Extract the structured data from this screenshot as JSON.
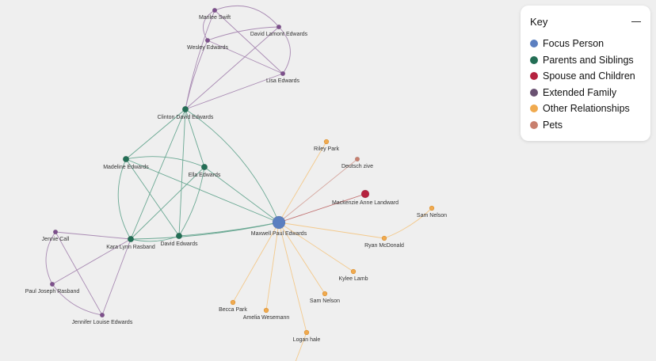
{
  "key": {
    "title": "Key",
    "minimize_icon": "minus-icon",
    "items": [
      {
        "label": "Focus Person",
        "color": "#5b7fc0"
      },
      {
        "label": "Parents and Siblings",
        "color": "#236e55"
      },
      {
        "label": "Spouse and Children",
        "color": "#b5223f"
      },
      {
        "label": "Extended Family",
        "color": "#6a5272"
      },
      {
        "label": "Other Relationships",
        "color": "#f0aa4f"
      },
      {
        "label": "Pets",
        "color": "#c87f6e"
      }
    ]
  },
  "graph": {
    "group_colors": {
      "focus": "#5b7fc0",
      "family": "#236e55",
      "spouse": "#b5223f",
      "extended": "#7d4f8c",
      "other": "#f0aa4f",
      "pets": "#c87f6e"
    },
    "link_colors": {
      "family": "#6aa893",
      "spouse": "#c07070",
      "extended": "#a98bb3",
      "other": "#f3c98c",
      "pets": "#d6a8a0"
    },
    "nodes": [
      {
        "id": "maxwell",
        "name": "Maxwell Paul Edwards",
        "group": "focus"
      },
      {
        "id": "clinton",
        "name": "Clinton David Edwards",
        "group": "family"
      },
      {
        "id": "madeline",
        "name": "Madeline Edwards",
        "group": "family"
      },
      {
        "id": "ella",
        "name": "Ella Edwards",
        "group": "family"
      },
      {
        "id": "kara",
        "name": "Kara Lynn Rasband",
        "group": "family"
      },
      {
        "id": "david",
        "name": "David Edwards",
        "group": "family"
      },
      {
        "id": "marilee",
        "name": "Marilee Swift",
        "group": "extended"
      },
      {
        "id": "davidl",
        "name": "David Lamont Edwards",
        "group": "extended"
      },
      {
        "id": "wesley",
        "name": "Wesley Edwards",
        "group": "extended"
      },
      {
        "id": "lisa",
        "name": "Lisa Edwards",
        "group": "extended"
      },
      {
        "id": "jennie",
        "name": "Jennie Call",
        "group": "extended"
      },
      {
        "id": "paul",
        "name": "Paul Joseph Rasband",
        "group": "extended"
      },
      {
        "id": "jennifer",
        "name": "Jennifer Louise Edwards",
        "group": "extended"
      },
      {
        "id": "riley",
        "name": "Riley Park",
        "group": "other"
      },
      {
        "id": "deutsch",
        "name": "Deutsch zive",
        "group": "pets"
      },
      {
        "id": "mackenzie",
        "name": "Mackenzie Anne Landward",
        "group": "spouse"
      },
      {
        "id": "sam1",
        "name": "Sam Nelson",
        "group": "other"
      },
      {
        "id": "ryan",
        "name": "Ryan McDonald",
        "group": "other"
      },
      {
        "id": "kylee",
        "name": "Kylee Lamb",
        "group": "other"
      },
      {
        "id": "sam2",
        "name": "Sam Nelson",
        "group": "other"
      },
      {
        "id": "becca",
        "name": "Becca Park",
        "group": "other"
      },
      {
        "id": "amelia",
        "name": "Amelia Wesemann",
        "group": "other"
      },
      {
        "id": "logan",
        "name": "Logan hale",
        "group": "other"
      }
    ],
    "links": [
      [
        "marilee",
        "davidl",
        "extended"
      ],
      [
        "marilee",
        "wesley",
        "extended"
      ],
      [
        "marilee",
        "lisa",
        "extended"
      ],
      [
        "marilee",
        "clinton",
        "extended"
      ],
      [
        "wesley",
        "davidl",
        "extended"
      ],
      [
        "wesley",
        "lisa",
        "extended"
      ],
      [
        "wesley",
        "clinton",
        "extended"
      ],
      [
        "davidl",
        "lisa",
        "extended"
      ],
      [
        "davidl",
        "clinton",
        "extended"
      ],
      [
        "lisa",
        "clinton",
        "extended"
      ],
      [
        "clinton",
        "madeline",
        "family"
      ],
      [
        "clinton",
        "ella",
        "family"
      ],
      [
        "clinton",
        "kara",
        "family"
      ],
      [
        "clinton",
        "david",
        "family"
      ],
      [
        "clinton",
        "maxwell",
        "family"
      ],
      [
        "madeline",
        "ella",
        "family"
      ],
      [
        "madeline",
        "kara",
        "family"
      ],
      [
        "madeline",
        "david",
        "family"
      ],
      [
        "madeline",
        "maxwell",
        "family"
      ],
      [
        "ella",
        "kara",
        "family"
      ],
      [
        "ella",
        "david",
        "family"
      ],
      [
        "ella",
        "maxwell",
        "family"
      ],
      [
        "kara",
        "david",
        "family"
      ],
      [
        "kara",
        "maxwell",
        "family"
      ],
      [
        "david",
        "maxwell",
        "family"
      ],
      [
        "kara",
        "jennie",
        "extended"
      ],
      [
        "kara",
        "paul",
        "extended"
      ],
      [
        "kara",
        "jennifer",
        "extended"
      ],
      [
        "jennie",
        "paul",
        "extended"
      ],
      [
        "jennie",
        "jennifer",
        "extended"
      ],
      [
        "paul",
        "jennifer",
        "extended"
      ],
      [
        "maxwell",
        "riley",
        "other"
      ],
      [
        "maxwell",
        "deutsch",
        "pets"
      ],
      [
        "maxwell",
        "mackenzie",
        "spouse"
      ],
      [
        "maxwell",
        "ryan",
        "other"
      ],
      [
        "ryan",
        "sam1",
        "other"
      ],
      [
        "maxwell",
        "kylee",
        "other"
      ],
      [
        "maxwell",
        "sam2",
        "other"
      ],
      [
        "maxwell",
        "becca",
        "other"
      ],
      [
        "maxwell",
        "amelia",
        "other"
      ],
      [
        "maxwell",
        "logan",
        "other"
      ]
    ]
  }
}
